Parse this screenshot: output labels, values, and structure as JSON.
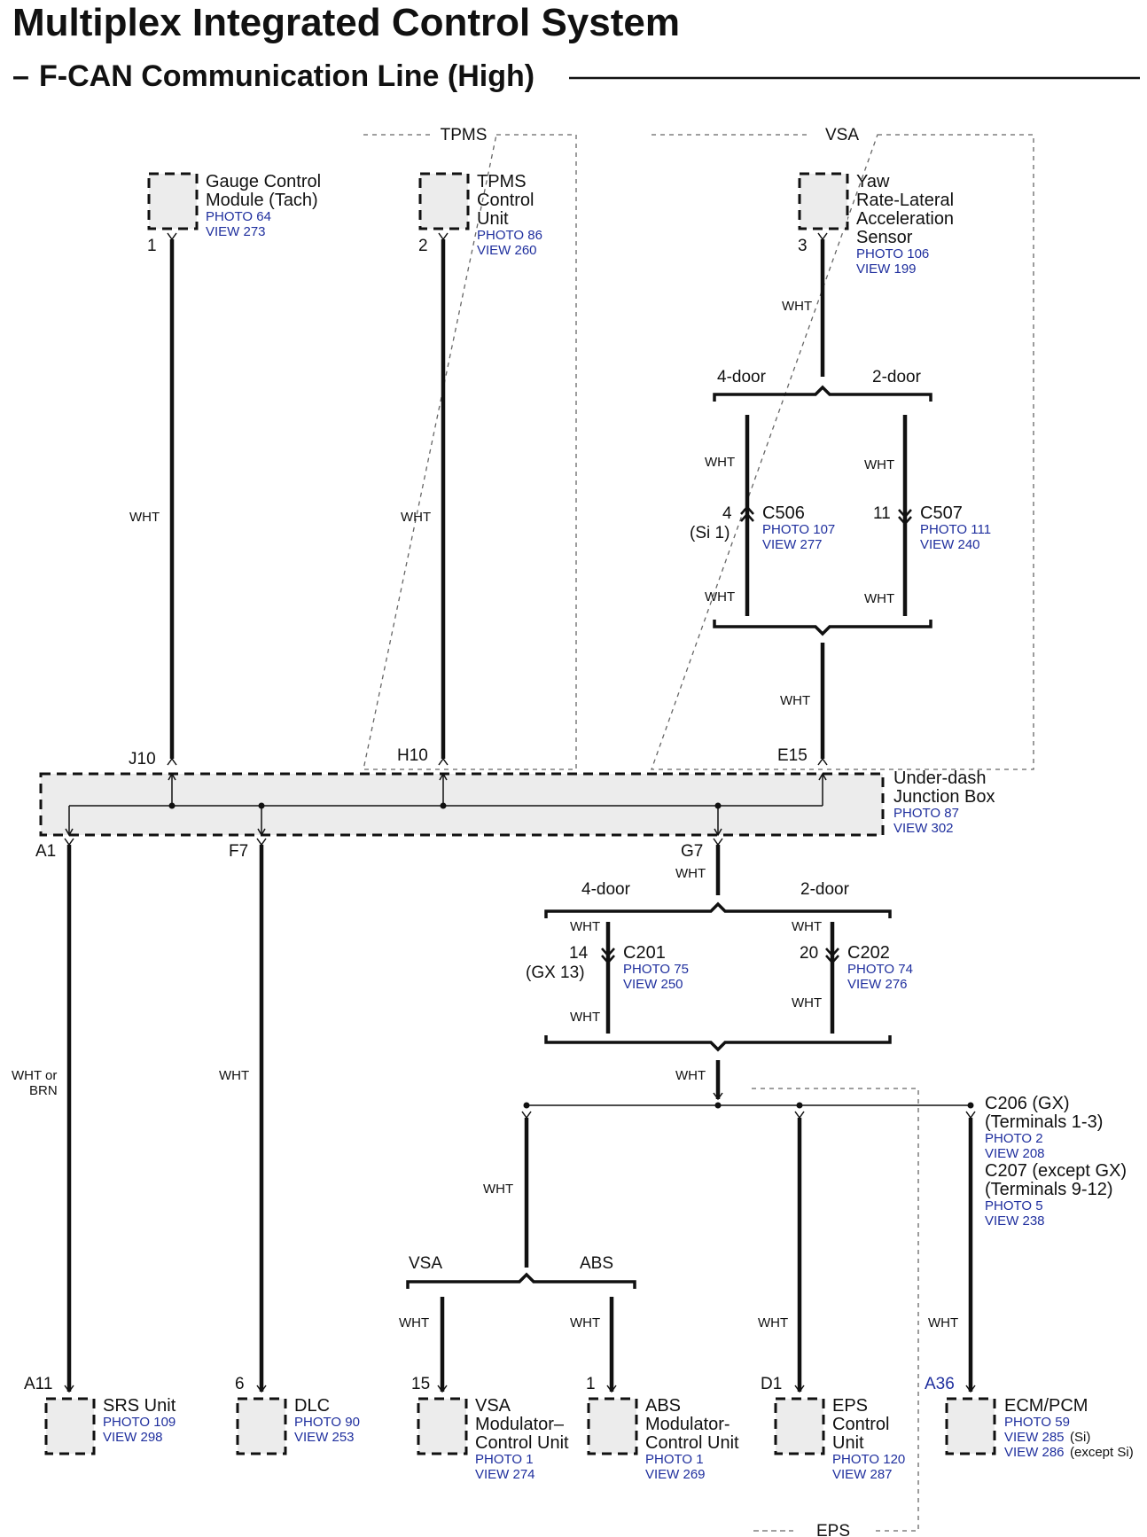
{
  "header": {
    "title": "Multiplex Integrated Control System",
    "subtitle": "F-CAN Communication Line (High)",
    "subtitle_dash": "–"
  },
  "groups": {
    "tpms": "TPMS",
    "vsa_top": "VSA",
    "eps": "EPS"
  },
  "wire_color": "WHT",
  "wire_color_alt": [
    "WHT or",
    "BRN"
  ],
  "components": {
    "gauge": {
      "lines": [
        "Gauge Control",
        "Module (Tach)"
      ],
      "photo": "PHOTO 64",
      "view": "VIEW 273",
      "pin": "1"
    },
    "tpms_unit": {
      "lines": [
        "TPMS",
        "Control",
        "Unit"
      ],
      "photo": "PHOTO 86",
      "view": "VIEW 260",
      "pin": "2"
    },
    "yaw": {
      "lines": [
        "Yaw",
        "Rate-Lateral",
        "Acceleration",
        "Sensor"
      ],
      "photo": "PHOTO 106",
      "view": "VIEW 199",
      "pin": "3"
    },
    "junction": {
      "lines": [
        "Under-dash",
        "Junction Box"
      ],
      "photo": "PHOTO 87",
      "view": "VIEW 302",
      "pins": {
        "j10": "J10",
        "h10": "H10",
        "e15": "E15",
        "a1": "A1",
        "f7": "F7",
        "g7": "G7"
      }
    },
    "srs": {
      "lines": [
        "SRS Unit"
      ],
      "photo": "PHOTO 109",
      "view": "VIEW 298",
      "pin": "A11"
    },
    "dlc": {
      "lines": [
        "DLC"
      ],
      "photo": "PHOTO 90",
      "view": "VIEW 253",
      "pin": "6"
    },
    "vsa_mod": {
      "lines": [
        "VSA",
        "Modulator–",
        "Control Unit"
      ],
      "photo": "PHOTO 1",
      "view": "VIEW 274",
      "pin": "15"
    },
    "abs_mod": {
      "lines": [
        "ABS",
        "Modulator-",
        "Control Unit"
      ],
      "photo": "PHOTO 1",
      "view": "VIEW 269",
      "pin": "1"
    },
    "eps_unit": {
      "lines": [
        "EPS",
        "Control",
        "Unit"
      ],
      "photo": "PHOTO 120",
      "view": "VIEW 287",
      "pin": "D1"
    },
    "ecm": {
      "lines": [
        "ECM/PCM"
      ],
      "photo": "PHOTO 59",
      "view1": "VIEW 285",
      "view1_note": "(Si)",
      "view2": "VIEW 286",
      "view2_note": "(except Si)",
      "pin": "A36"
    }
  },
  "connectors": {
    "c506": {
      "label": "C506",
      "pin": "4",
      "pin_alt": "(Si 1)",
      "photo": "PHOTO 107",
      "view": "VIEW 277"
    },
    "c507": {
      "label": "C507",
      "pin": "11",
      "photo": "PHOTO 111",
      "view": "VIEW 240"
    },
    "c201": {
      "label": "C201",
      "pin": "14",
      "pin_alt": "(GX 13)",
      "photo": "PHOTO 75",
      "view": "VIEW 250"
    },
    "c202": {
      "label": "C202",
      "pin": "20",
      "photo": "PHOTO 74",
      "view": "VIEW 276"
    },
    "c206": {
      "label": "C206 (GX)",
      "terminals": "(Terminals 1-3)",
      "photo": "PHOTO 2",
      "view": "VIEW 208"
    },
    "c207": {
      "label": "C207 (except GX)",
      "terminals": "(Terminals 9-12)",
      "photo": "PHOTO 5",
      "view": "VIEW 238"
    }
  },
  "branches": {
    "door4": "4-door",
    "door2": "2-door",
    "vsa": "VSA",
    "abs": "ABS"
  }
}
